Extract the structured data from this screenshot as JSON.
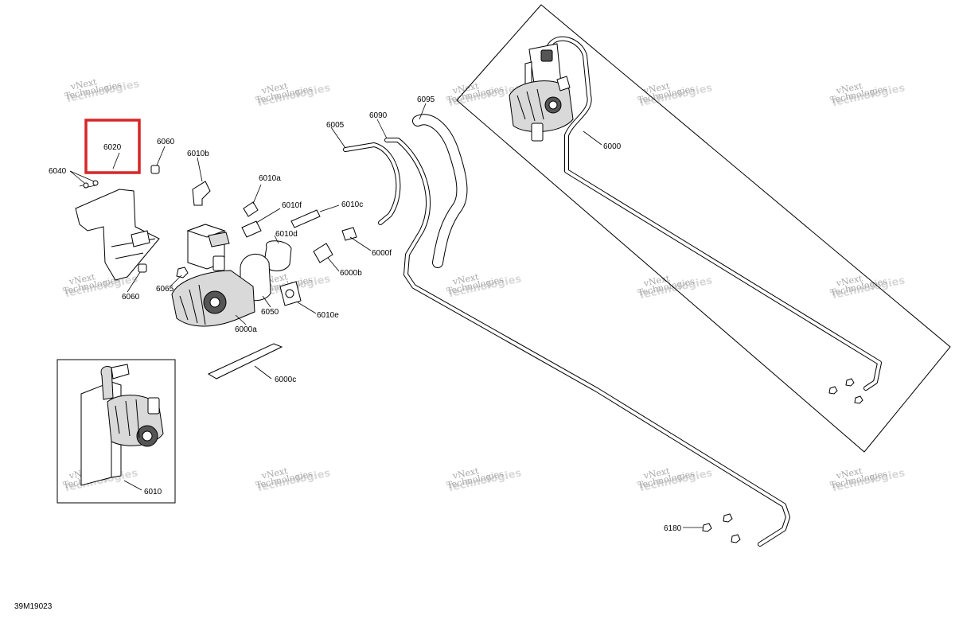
{
  "diagram": {
    "reference_code": "39M19023",
    "highlight_color": "#d62728",
    "watermark": {
      "line1": "vNext",
      "line2": "Technologies"
    },
    "callouts": {
      "p6000": "6000",
      "p6000a": "6000a",
      "p6000b": "6000b",
      "p6000c": "6000c",
      "p6000f": "6000f",
      "p6005": "6005",
      "p6010": "6010",
      "p6010a": "6010a",
      "p6010b": "6010b",
      "p6010c": "6010c",
      "p6010d": "6010d",
      "p6010e": "6010e",
      "p6010f": "6010f",
      "p6020": "6020",
      "p6040": "6040",
      "p6050": "6050",
      "p6060_top": "6060",
      "p6060_bottom": "6060",
      "p6065": "6065",
      "p6090": "6090",
      "p6095": "6095",
      "p6180": "6180"
    }
  }
}
